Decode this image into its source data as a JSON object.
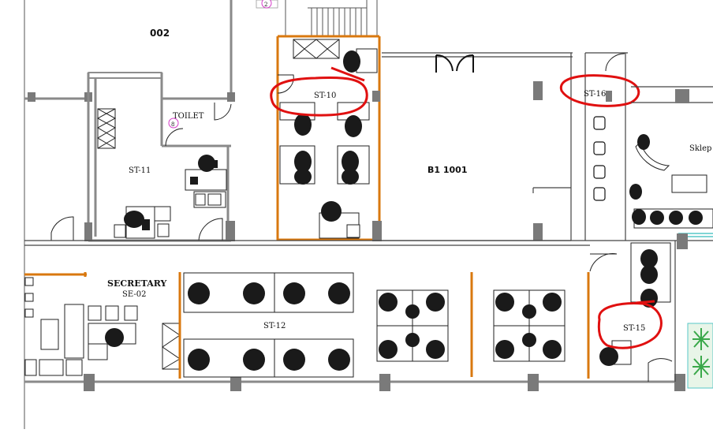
{
  "rooms": {
    "r002": "002",
    "toilet": "TOILET",
    "toilet_badge": "8",
    "top_badge": "2",
    "st10": "ST-10",
    "st11": "ST-11",
    "st16": "ST-16",
    "b1": "B1  1001",
    "sklep": "Sklep",
    "secretary": "SECRETARY",
    "se02": "SE-02",
    "st12": "ST-12",
    "st15": "ST-15"
  },
  "colors": {
    "annotation": "#e01010",
    "partition": "#d9780f",
    "badge": "#d63cc9"
  }
}
